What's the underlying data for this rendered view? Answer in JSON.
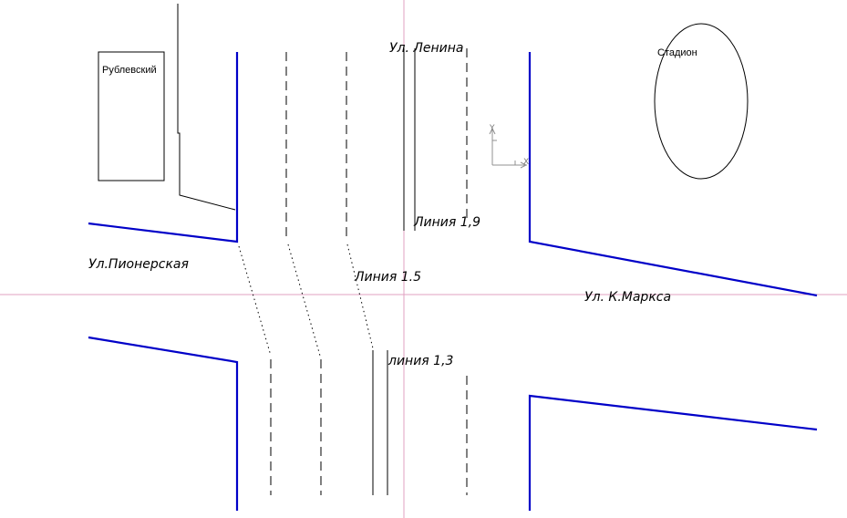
{
  "labels": {
    "street_lenina": "Ул. Ленина",
    "street_pionerskaya": "Ул.Пионерская",
    "street_k_marksa": "Ул. К.Маркса",
    "line_19": "Линия 1,9",
    "line_15": "Линия 1.5",
    "line_13": "линия 1,3",
    "building_rublevsky": "Рублевский",
    "stadium": "Стадион"
  },
  "ucs": {
    "x_label": "X",
    "y_label": "Y"
  },
  "colors": {
    "road_edge": "#0000c8",
    "crosshair": "#e0a0c0",
    "ink": "#000000",
    "ucs": "#909090",
    "background": "#ffffff"
  }
}
